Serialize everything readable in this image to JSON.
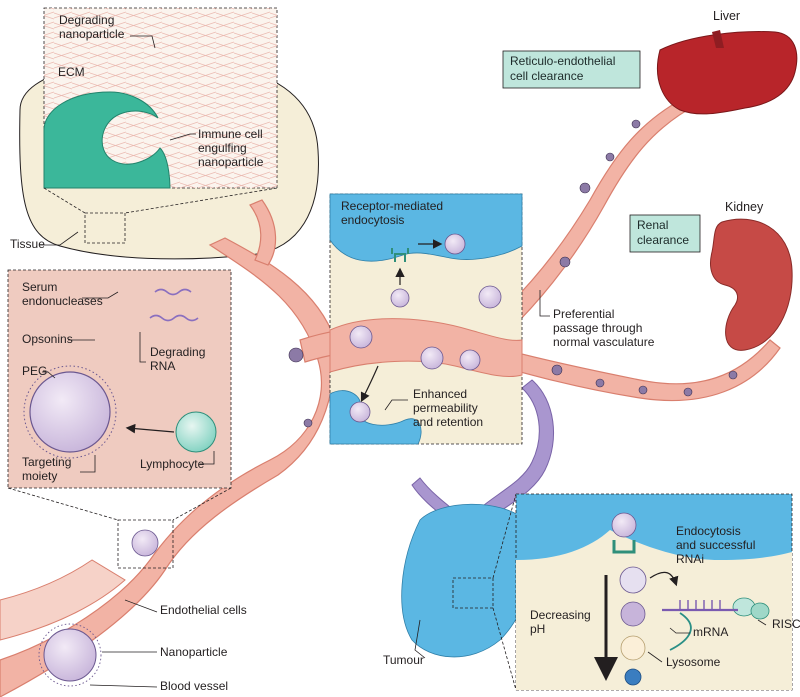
{
  "labels": {
    "degrading_nanoparticle": [
      "Degrading",
      "nanoparticle"
    ],
    "ecm": "ECM",
    "immune_cell": [
      "Immune cell",
      "engulfing",
      "nanoparticle"
    ],
    "tissue": "Tissue",
    "serum_endonucleases": [
      "Serum",
      "endonucleases"
    ],
    "opsonins": "Opsonins",
    "peg": "PEG",
    "degrading_rna": [
      "Degrading",
      "RNA"
    ],
    "targeting_moiety": [
      "Targeting",
      "moiety"
    ],
    "lymphocyte": "Lymphocyte",
    "receptor_mediated": [
      "Receptor-mediated",
      "endocytosis"
    ],
    "enhanced_permeability": [
      "Enhanced",
      "permeability",
      "and retention"
    ],
    "reticulo_clearance": [
      "Reticulo-endothelial",
      "cell clearance"
    ],
    "liver": "Liver",
    "renal_clearance": [
      "Renal",
      "clearance"
    ],
    "kidney": "Kidney",
    "preferential_passage": [
      "Preferential",
      "passage through",
      "normal vasculature"
    ],
    "endocytosis_rnai": [
      "Endocytosis",
      "and successful",
      "RNAi"
    ],
    "decreasing_ph": [
      "Decreasing",
      "pH"
    ],
    "risc": "RISC",
    "mrna": "mRNA",
    "lysosome": "Lysosome",
    "tumour": "Tumour",
    "endothelial_cells": "Endothelial cells",
    "nanoparticle": "Nanoparticle",
    "blood_vessel": "Blood vessel"
  },
  "colors": {
    "vessel": "#f2b3a5",
    "vessel_edge": "#d97f6e",
    "tissue": "#f5eed8",
    "immune": "#3bb79a",
    "blue_cell": "#5bb7e3",
    "panel_pink": "#efcbc0",
    "liver": "#b8252a",
    "kidney": "#c64a46",
    "tumour_vessel": "#a996cf",
    "box_fill": "#bfe6dc"
  }
}
